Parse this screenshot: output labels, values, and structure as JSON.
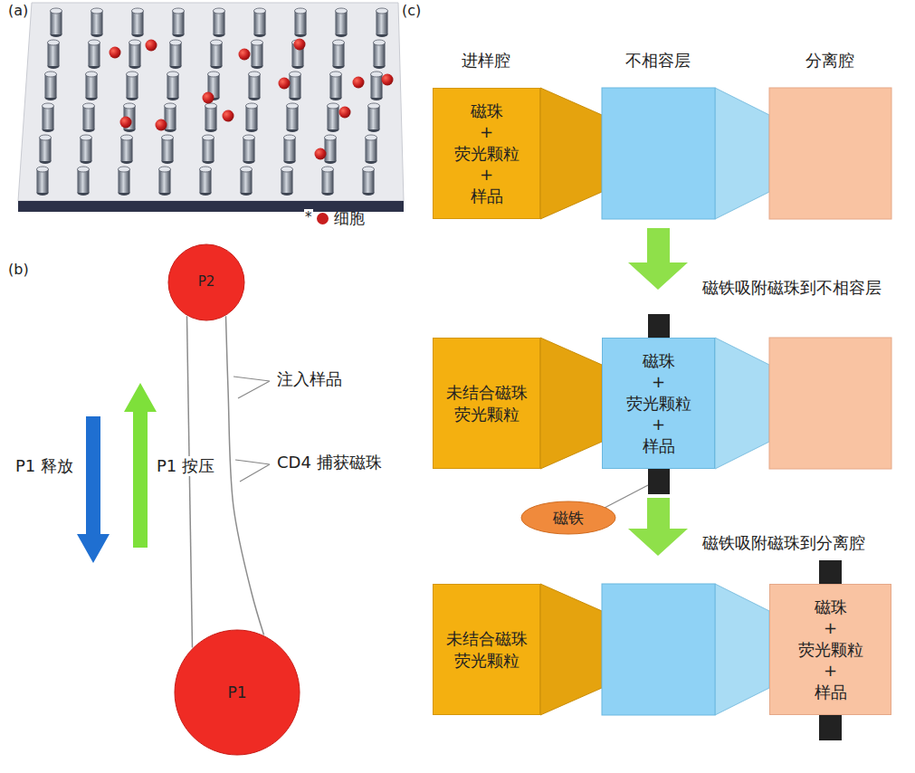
{
  "diagram": {
    "nodes": [
      {
        "text": [
          "P2"
        ]
      },
      {
        "text": [
          "P1"
        ]
      },
      {
        "text": [
          "磁珠 + 荧光颗粒 + 样品"
        ]
      },
      {
        "text": [
          "未结合磁珠 荧光颗粒"
        ]
      },
      {
        "text": [
          "磁珠 + 荧光颗粒 + 样品"
        ]
      },
      {
        "text": [
          "磁铁"
        ]
      },
      {
        "text": [
          "未结合磁珠 荧光颗粒"
        ]
      },
      {
        "text": [
          "磁珠 + 荧光颗粒 + 样品"
        ]
      }
    ],
    "edges": [
      {
        "from": 0,
        "to": 1,
        "arrow": "none"
      },
      {
        "from": 0,
        "to": 1,
        "arrow": "none"
      }
    ],
    "labels": [
      "(a)",
      "(b)",
      "(c)",
      "注入样品",
      "CD4 捕获磁珠",
      "P1 释放",
      "P1 按压",
      "进样腔",
      "不相容层",
      "分离腔",
      "磁铁吸附磁珠到不相容层",
      "磁铁吸附磁珠到分离腔",
      "*"
    ],
    "legend": [
      {
        "text": "细胞",
        "color": "#c81e1e"
      }
    ]
  }
}
